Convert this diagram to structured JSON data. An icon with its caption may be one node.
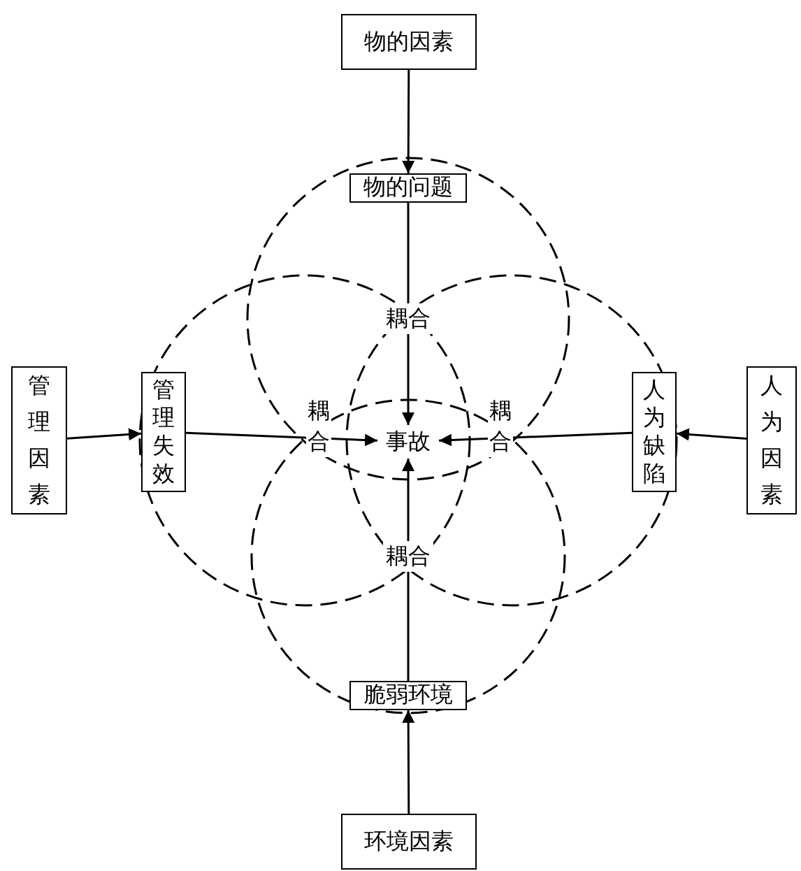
{
  "diagram": {
    "nodes": [
      {
        "text": [
          "物的因素"
        ]
      },
      {
        "text": [
          "物的问题"
        ]
      },
      {
        "text": [
          "管理因素"
        ]
      },
      {
        "text": [
          "管理失效"
        ]
      },
      {
        "text": [
          "事故"
        ]
      },
      {
        "text": [
          "人为缺陷"
        ]
      },
      {
        "text": [
          "人为因素"
        ]
      },
      {
        "text": [
          "脆弱环境"
        ]
      },
      {
        "text": [
          "环境因素"
        ]
      }
    ],
    "edges": [
      {
        "from": 0,
        "to": 1,
        "arrow": "to"
      },
      {
        "from": 1,
        "to": 4,
        "arrow": "to",
        "label": "耦合"
      },
      {
        "from": 2,
        "to": 3,
        "arrow": "to"
      },
      {
        "from": 3,
        "to": 4,
        "arrow": "to",
        "label": "耦合"
      },
      {
        "from": 6,
        "to": 5,
        "arrow": "to"
      },
      {
        "from": 5,
        "to": 4,
        "arrow": "to",
        "label": "耦合"
      },
      {
        "from": 8,
        "to": 7,
        "arrow": "to"
      },
      {
        "from": 7,
        "to": 4,
        "arrow": "to",
        "label": "耦合"
      }
    ]
  }
}
